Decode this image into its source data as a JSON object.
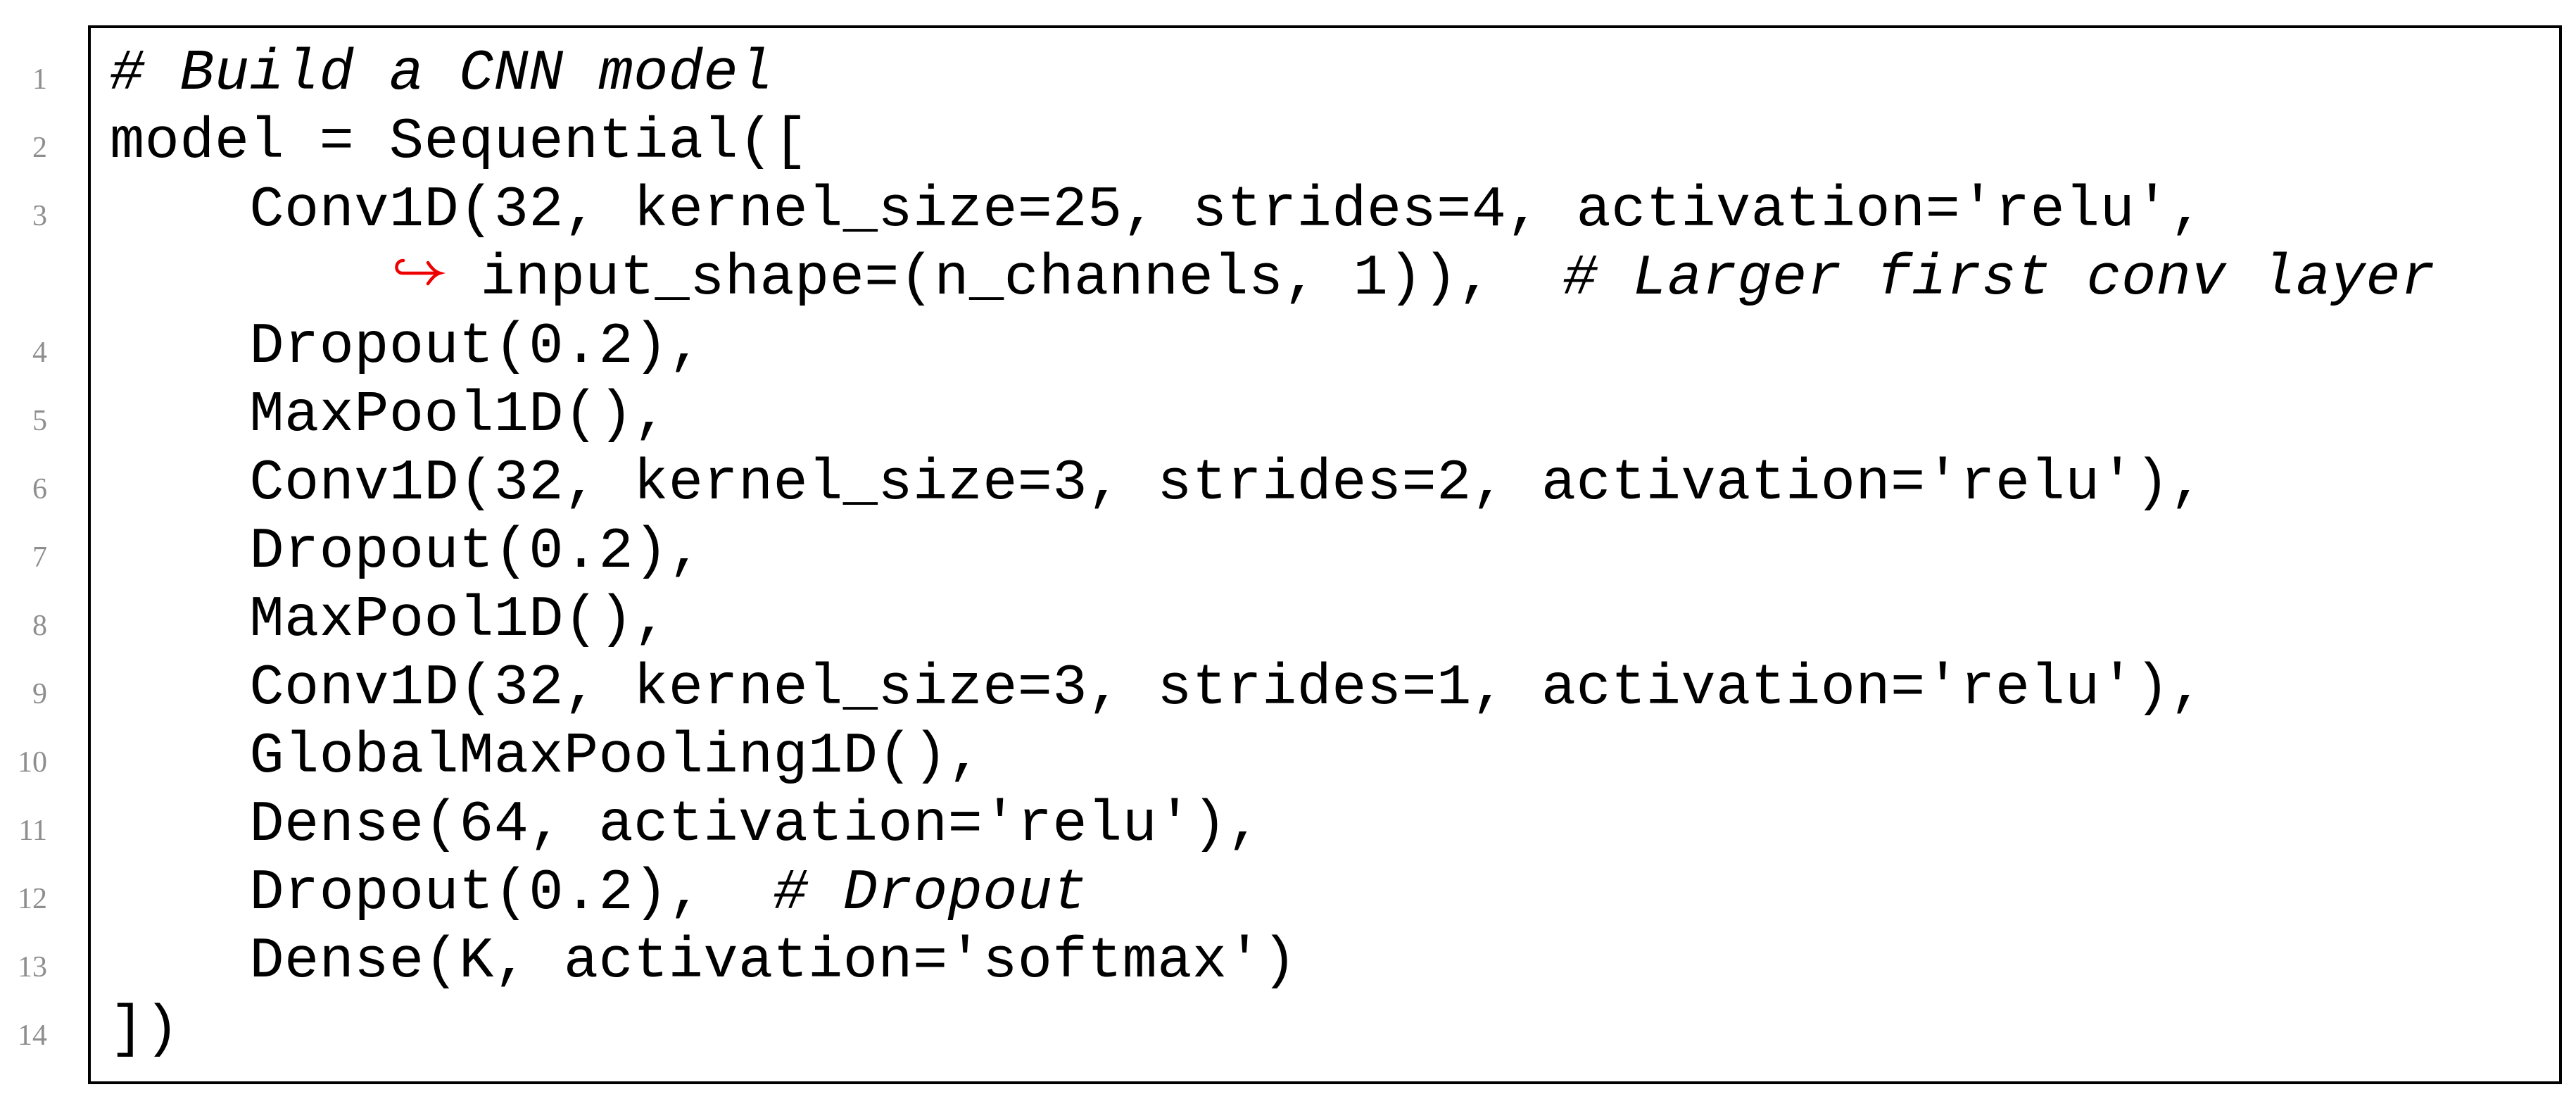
{
  "listing": {
    "language": "Python",
    "colors": {
      "code": "#000000",
      "comment": "#000000",
      "line_number": "#8e8e8e",
      "border": "#000000",
      "background": "#ffffff",
      "wrap_arrow": "#ee0000"
    },
    "wrap_arrow_icon": "hook-right-arrow",
    "lines": [
      {
        "number": "1",
        "code": "",
        "comment": "# Build a CNN model"
      },
      {
        "number": "2",
        "code": "model = Sequential([",
        "comment": ""
      },
      {
        "number": "3",
        "code": "    Conv1D(32, kernel_size=25, strides=4, activation='relu',",
        "comment": ""
      },
      {
        "number": "",
        "indent": "        ",
        "code": " input_shape=(n_channels, 1)),  ",
        "comment": "# Larger first conv layer"
      },
      {
        "number": "4",
        "code": "    Dropout(0.2),",
        "comment": ""
      },
      {
        "number": "5",
        "code": "    MaxPool1D(),",
        "comment": ""
      },
      {
        "number": "6",
        "code": "    Conv1D(32, kernel_size=3, strides=2, activation='relu'),",
        "comment": ""
      },
      {
        "number": "7",
        "code": "    Dropout(0.2),",
        "comment": ""
      },
      {
        "number": "8",
        "code": "    MaxPool1D(),",
        "comment": ""
      },
      {
        "number": "9",
        "code": "    Conv1D(32, kernel_size=3, strides=1, activation='relu'),",
        "comment": ""
      },
      {
        "number": "10",
        "code": "    GlobalMaxPooling1D(),",
        "comment": ""
      },
      {
        "number": "11",
        "code": "    Dense(64, activation='relu'),",
        "comment": ""
      },
      {
        "number": "12",
        "code": "    Dropout(0.2),  ",
        "comment": "# Dropout"
      },
      {
        "number": "13",
        "code": "    Dense(K, activation='softmax')",
        "comment": ""
      },
      {
        "number": "14",
        "code": "])",
        "comment": ""
      }
    ]
  }
}
